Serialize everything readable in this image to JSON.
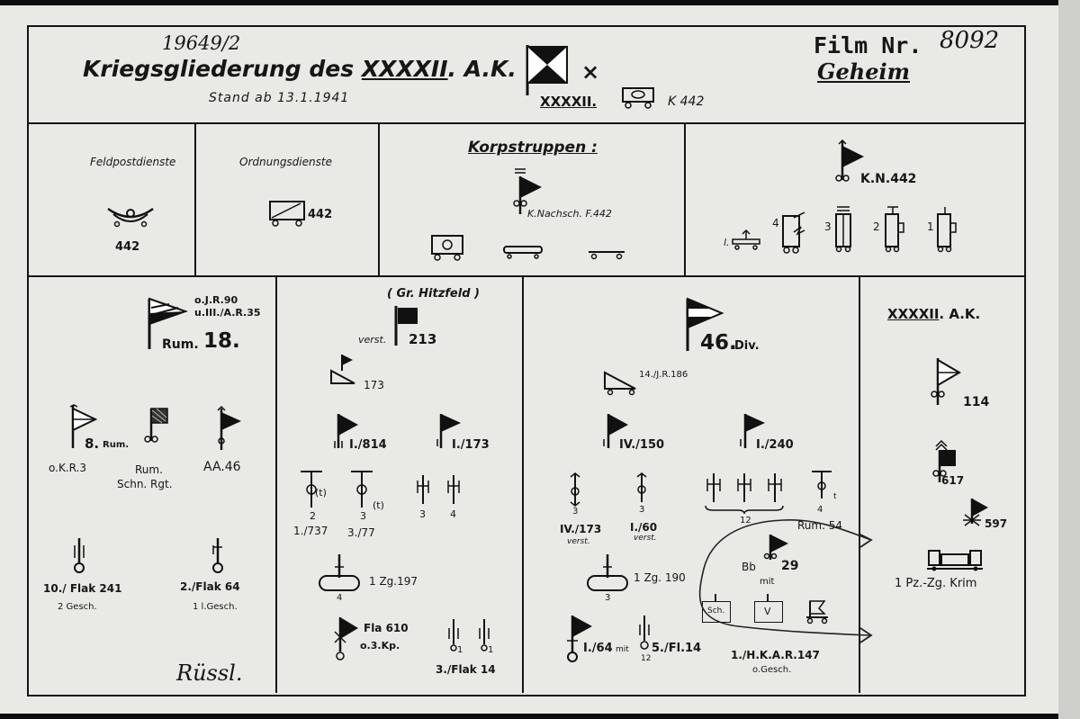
{
  "header": {
    "archive_number": "19649/2",
    "title_prefix": "Kriegsgliederung des",
    "title_corps": "XXXXII",
    "title_suffix": ". A.K.",
    "stand": "Stand ab 13.1.1941",
    "hq_x": "×",
    "hq_label": "XXXXII.",
    "hq_vehicle_label": "K 442",
    "film_label": "Film Nr.",
    "film_number": "8092",
    "secret": "Geheim"
  },
  "services": {
    "feldpost_title": "Feldpostdienste",
    "feldpost_number": "442",
    "ordnung_title": "Ordnungsdienste",
    "ordnung_number": "442",
    "korps_title": "Korpstruppen :",
    "nachschub_label": "K.Nachsch. F.442",
    "signal_label": "K.N.442",
    "signal_sub_l": "l.",
    "signal_nums": [
      "4",
      "3",
      "2",
      "1"
    ]
  },
  "col1": {
    "main_info_1": "o.J.R.90",
    "main_info_2": "u.III./A.R.35",
    "main_prefix": "Rum.",
    "main_number": "18.",
    "cav_number": "8.",
    "cav_suffix": "Rum.",
    "cav_info": "o.K.R.3",
    "schn_label_1": "Rum.",
    "schn_label_2": "Schn. Rgt.",
    "aa_label": "AA.46",
    "flak1_label": "10./ Flak 241",
    "flak1_sub": "2 Gesch.",
    "flak2_label": "2./Flak 64",
    "flak2_sub": "1 l.Gesch.",
    "signature": "Rüssl."
  },
  "col2": {
    "group_label": "( Gr. Hitzfeld )",
    "verst_label": "verst.",
    "reg_number": "213",
    "unit173": "173",
    "bat814": "I./814",
    "bat173": "I./173",
    "t1": "(t)",
    "t2": "(t)",
    "n2": "2",
    "n3": "3",
    "n3b": "3",
    "n4": "4",
    "c737": "1./737",
    "c77": "3./77",
    "zg": "1 Zg.197",
    "zg_num": "4",
    "fla_label": "Fla 610",
    "fla_sub": "o.3.Kp.",
    "flak14": "3./Flak 14",
    "o1": "1",
    "o2": "1"
  },
  "col3": {
    "div_number": "46.",
    "div_suffix": "Div.",
    "jr186": "14./J.R.186",
    "bat150": "IV./150",
    "bat240": "I./240",
    "n3a": "3",
    "n3b": "3",
    "n12": "12",
    "n4": "4",
    "t": "t",
    "c173": "IV./173",
    "c173_sub": "verst.",
    "c160": "I./60",
    "c160_sub": "verst.",
    "rum54": "Rum. 54",
    "zg": "1 Zg. 190",
    "zg_num": "3",
    "bb29_prefix": "Bb",
    "bb29": "29",
    "mit": "mit",
    "schn": "Sch.",
    "v": "V",
    "i64": "I./64",
    "mit2": "mit",
    "fl14": "5./Fl.14",
    "n12b": "12",
    "hkar": "1./H.K.A.R.147",
    "hkar_sub": "o.Gesch."
  },
  "col4": {
    "corps_label": "XXXXII",
    "corps_suffix": ". A.K.",
    "u114": "114",
    "u617": "617",
    "u597": "597",
    "train": "1 Pz.-Zg. Krim"
  }
}
